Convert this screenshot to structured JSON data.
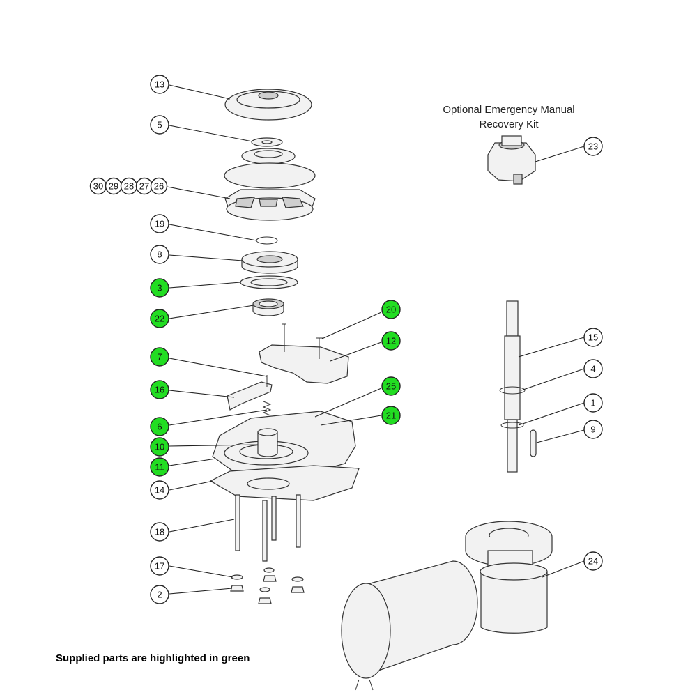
{
  "colors": {
    "supplied_highlight": "#22dd22",
    "default_callout": "#ffffff",
    "line": "#222222"
  },
  "optional_kit": {
    "line1": "Optional Emergency Manual",
    "line2": "Recovery Kit"
  },
  "legend": {
    "note": "Supplied parts are highlighted in green"
  },
  "callouts": [
    {
      "label": "13",
      "supplied": false
    },
    {
      "label": "5",
      "supplied": false
    },
    {
      "label": "30",
      "supplied": false
    },
    {
      "label": "29",
      "supplied": false
    },
    {
      "label": "28",
      "supplied": false
    },
    {
      "label": "27",
      "supplied": false
    },
    {
      "label": "26",
      "supplied": false
    },
    {
      "label": "19",
      "supplied": false
    },
    {
      "label": "8",
      "supplied": false
    },
    {
      "label": "3",
      "supplied": true
    },
    {
      "label": "22",
      "supplied": true
    },
    {
      "label": "20",
      "supplied": true
    },
    {
      "label": "12",
      "supplied": true
    },
    {
      "label": "7",
      "supplied": true
    },
    {
      "label": "16",
      "supplied": true
    },
    {
      "label": "25",
      "supplied": true
    },
    {
      "label": "21",
      "supplied": true
    },
    {
      "label": "6",
      "supplied": true
    },
    {
      "label": "10",
      "supplied": true
    },
    {
      "label": "11",
      "supplied": true
    },
    {
      "label": "14",
      "supplied": false
    },
    {
      "label": "18",
      "supplied": false
    },
    {
      "label": "17",
      "supplied": false
    },
    {
      "label": "2",
      "supplied": false
    },
    {
      "label": "23",
      "supplied": false
    },
    {
      "label": "15",
      "supplied": false
    },
    {
      "label": "4",
      "supplied": false
    },
    {
      "label": "1",
      "supplied": false
    },
    {
      "label": "9",
      "supplied": false
    },
    {
      "label": "24",
      "supplied": false
    }
  ]
}
